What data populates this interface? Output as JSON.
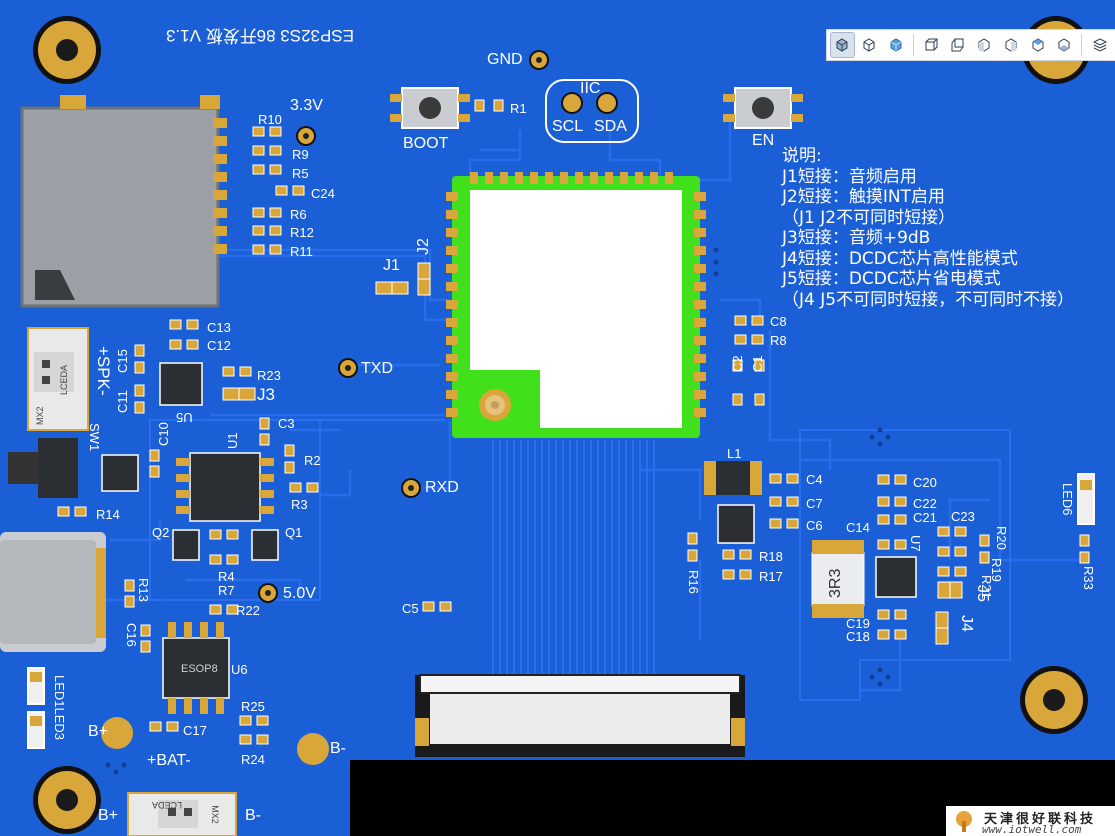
{
  "board": {
    "title": "ESP32S3 86开发板 V1.3",
    "colors": {
      "pcb": "#1a5fd6",
      "pcb_dark": "#154fbf",
      "pcb_edge": "#0f47b0",
      "trace": "#2a6ef0",
      "pad": "#d9a63a",
      "silk": "#ffffff",
      "module": "#40e01a",
      "outside": "#000000"
    }
  },
  "labels": {
    "v33": "3.3V",
    "v50": "5.0V",
    "gnd": "GND",
    "txd": "TXD",
    "rxd": "RXD",
    "boot": "BOOT",
    "en": "EN",
    "iic": "IIC",
    "scl": "SCL",
    "sda": "SDA",
    "j1": "J1",
    "j2": "J2",
    "j3": "J3",
    "j4": "J4",
    "j5": "J5",
    "spk": "+SPK-",
    "bat": "+BAT-",
    "b_plus_1": "B+",
    "b_plus_2": "B+",
    "b_minus_1": "B-",
    "b_minus_2": "B-",
    "led1led3": "LED1LED3",
    "led6": "LED6",
    "sw1": "SW1",
    "l1": "L1",
    "u1": "U1",
    "u5": "U5",
    "u6": "U6",
    "u7": "U7",
    "q1": "Q1",
    "q2": "Q2",
    "esop8": "ESOP8",
    "inductor": "3R3",
    "lceda1": "LCEDA",
    "mx2_1": "MX2",
    "lceda2": "LCEDA",
    "mx2_2": "MX2"
  },
  "refs": {
    "r10": "R10",
    "r9": "R9",
    "r5": "R5",
    "c24": "C24",
    "r6": "R6",
    "r12": "R12",
    "r11": "R11",
    "r1": "R1",
    "c13": "C13",
    "c12": "C12",
    "c15": "C15",
    "c11": "C11",
    "r23": "R23",
    "c10": "C10",
    "c3": "C3",
    "r2": "R2",
    "r3": "R3",
    "r14": "R14",
    "r4": "R4",
    "r7": "R7",
    "r13": "R13",
    "r22": "R22",
    "c16": "C16",
    "r25": "R25",
    "c17": "C17",
    "r24": "R24",
    "c5": "C5",
    "c8": "C8",
    "r8": "R8",
    "c2": "C2",
    "c1": "C1",
    "c4": "C4",
    "c7": "C7",
    "c6": "C6",
    "r18": "R18",
    "r17": "R17",
    "r16": "R16",
    "c14": "C14",
    "c20": "C20",
    "c22": "C22",
    "c21": "C21",
    "c23": "C23",
    "r20": "R20",
    "r19": "R19",
    "r21": "R21",
    "r33": "R33",
    "c19": "C19",
    "c18": "C18"
  },
  "notes": {
    "heading": "说明:",
    "lines": [
      "J1短接：音频启用",
      "J2短接：触摸INT启用",
      "（J1 J2不可同时短接）",
      "J3短接：音频+9dB",
      "J4短接：DCDC芯片高性能模式",
      "J5短接：DCDC芯片省电模式",
      "（J4 J5不可同时短接，不可同时不接）"
    ]
  },
  "toolbar": {
    "icons": [
      "cube-solid-icon",
      "cube-outline-icon",
      "cube-blue-icon",
      "view-front-icon",
      "view-back-icon",
      "view-left-icon",
      "view-right-icon",
      "view-top-icon",
      "view-bottom-icon",
      "layers-icon"
    ],
    "active_index": 0
  },
  "watermark": {
    "name": "天津很好联科技",
    "url": "www.iotwell.com"
  }
}
